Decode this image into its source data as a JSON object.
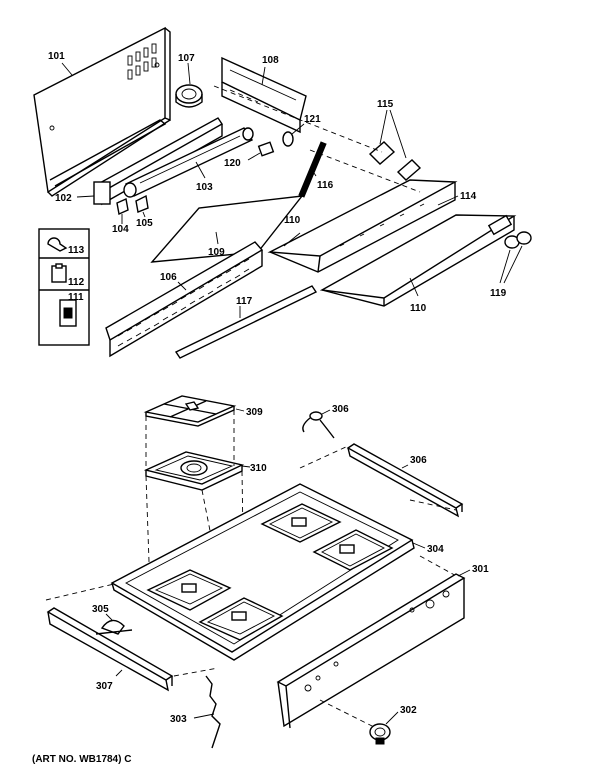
{
  "art_number": "(ART NO. WB1784) C",
  "labels": {
    "p101": "101",
    "p102": "102",
    "p103": "103",
    "p104": "104",
    "p105": "105",
    "p106": "106",
    "p107": "107",
    "p108": "108",
    "p109": "109",
    "p110a": "110",
    "p110b": "110",
    "p111": "111",
    "p112": "112",
    "p113": "113",
    "p114": "114",
    "p115": "115",
    "p116": "116",
    "p117": "117",
    "p119": "119",
    "p120": "120",
    "p121": "121",
    "p301": "301",
    "p302": "302",
    "p303": "303",
    "p304": "304",
    "p305": "305",
    "p306a": "306",
    "p306b": "306",
    "p307": "307",
    "p309": "309",
    "p310": "310"
  }
}
